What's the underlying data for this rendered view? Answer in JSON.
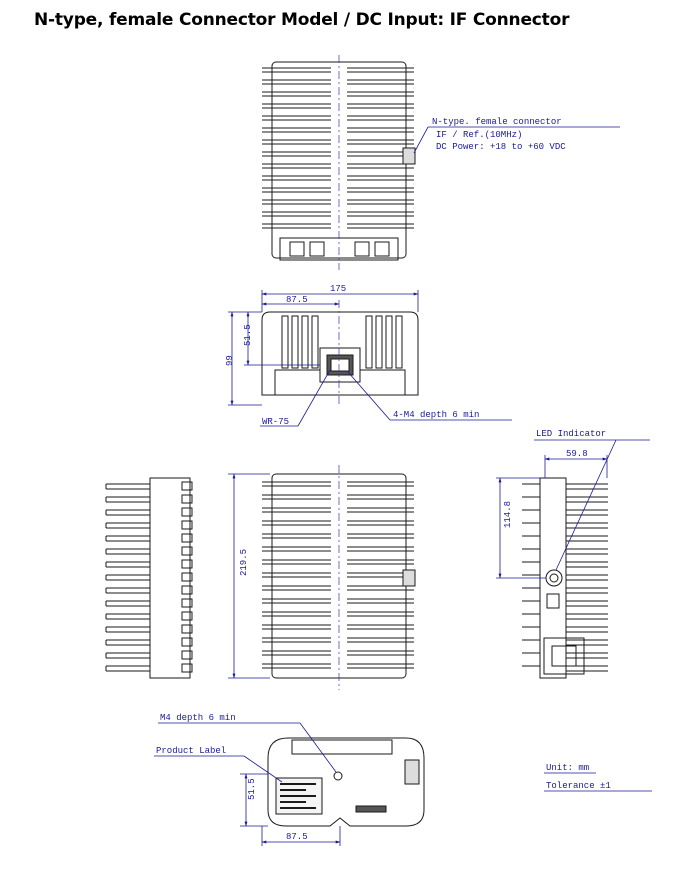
{
  "title": "N-type, female Connector Model / DC Input: IF Connector",
  "callouts": {
    "connector_line1": "N-type. female connector",
    "connector_line2": "IF / Ref.(10MHz)",
    "connector_line3": "DC Power: +18 to +60 VDC",
    "wr75": "WR-75",
    "m4_front": "4-M4 depth 6 min",
    "led": "LED Indicator",
    "m4_bottom": "M4 depth 6 min",
    "product_label": "Product Label"
  },
  "dimensions": {
    "width_total": "175",
    "width_half": "87.5",
    "height_front": "99",
    "height_flange": "51.5",
    "length_side": "219.5",
    "led_x": "59.8",
    "led_y": "114.8",
    "bottom_h": "51.5",
    "bottom_w": "87.5"
  },
  "notes": {
    "unit": "Unit: mm",
    "tolerance": "Tolerance ±1"
  },
  "colors": {
    "line": "#1a1a1a",
    "dim": "#1a1a99",
    "centerline": "#3333aa"
  }
}
